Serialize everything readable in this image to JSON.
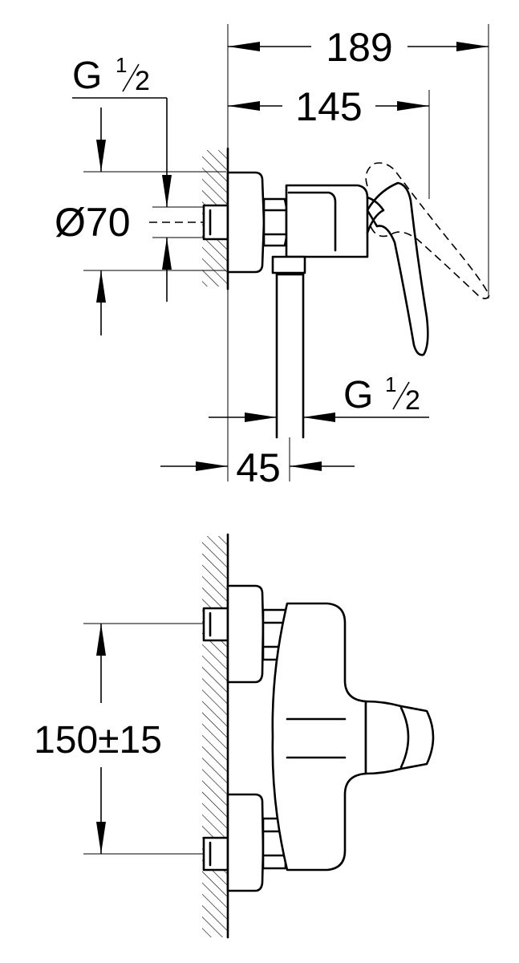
{
  "dimensions": {
    "overall_depth": "189",
    "body_depth": "145",
    "thread_top": {
      "base": "G",
      "num": "1",
      "den": "2"
    },
    "thread_outlet": {
      "base": "G",
      "num": "1",
      "den": "2"
    },
    "cover_diameter": "Ø70",
    "outlet_offset": "45",
    "centre_distance": "150±15"
  },
  "colors": {
    "line": "#000000",
    "background": "#ffffff"
  }
}
